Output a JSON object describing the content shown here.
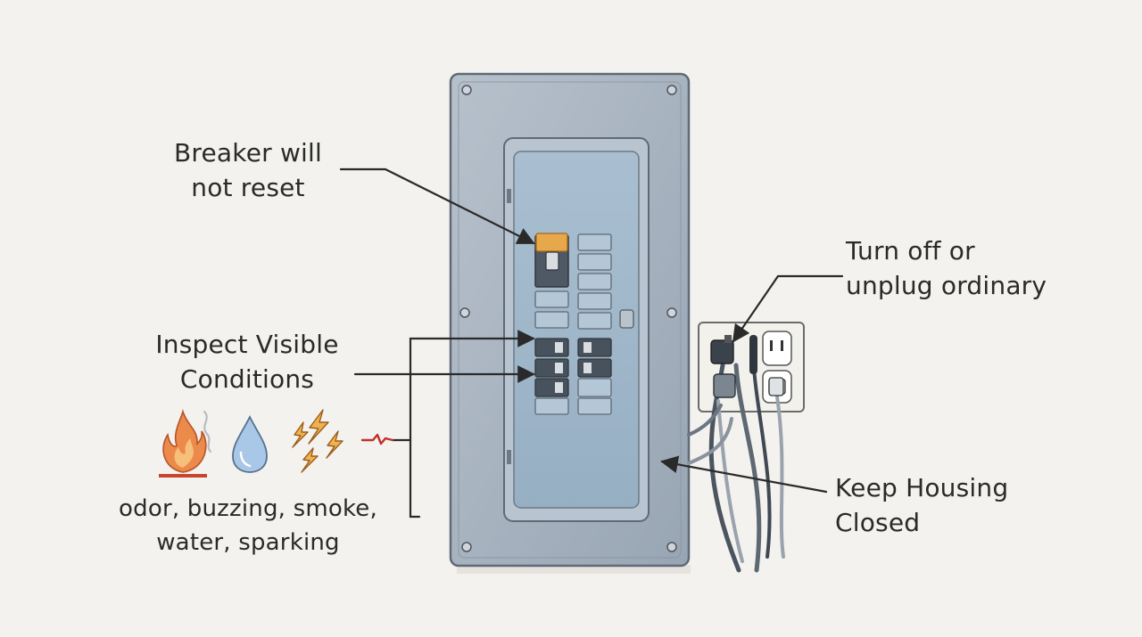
{
  "annotations": {
    "breaker": {
      "line1": "Breaker will",
      "line2": "not reset"
    },
    "inspect": {
      "line1": "Inspect Visible",
      "line2": "Conditions"
    },
    "conditions": {
      "line1": "odor, buzzing, smoke,",
      "line2": "water, sparking"
    },
    "unplug": {
      "line1": "Turn off or",
      "line2": "unplug ordinary"
    },
    "housing": {
      "line1": "Keep Housing",
      "line2": "Closed"
    }
  },
  "icons": [
    "fire-smoke-icon",
    "water-drop-icon",
    "sparking-icon",
    "spark-short-icon"
  ],
  "colors": {
    "tripped_breaker": "#e6a84a",
    "panel": "#a9b4c0",
    "panel_door": "#9fb6c8",
    "flame": "#e07a3a",
    "water": "#8fb3d6",
    "sparks": "#d9952a",
    "short": "#c0302a"
  }
}
